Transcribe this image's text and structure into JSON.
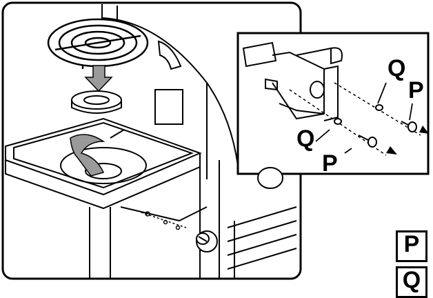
{
  "diagram": {
    "callout": {
      "labels_upper": {
        "q": "Q",
        "p": "P"
      },
      "labels_lower": {
        "q": "Q",
        "p": "P"
      }
    },
    "parts_key": [
      "P",
      "Q"
    ],
    "colors": {
      "line": "#000000",
      "background": "#ffffff",
      "arrow_fill": "#9a9a9a"
    },
    "icons": [
      "grill-grate-icon",
      "burner-cap-icon",
      "control-knob-icon",
      "screw-icon",
      "washer-icon",
      "arrow-down-icon",
      "curved-arrow-icon"
    ]
  }
}
